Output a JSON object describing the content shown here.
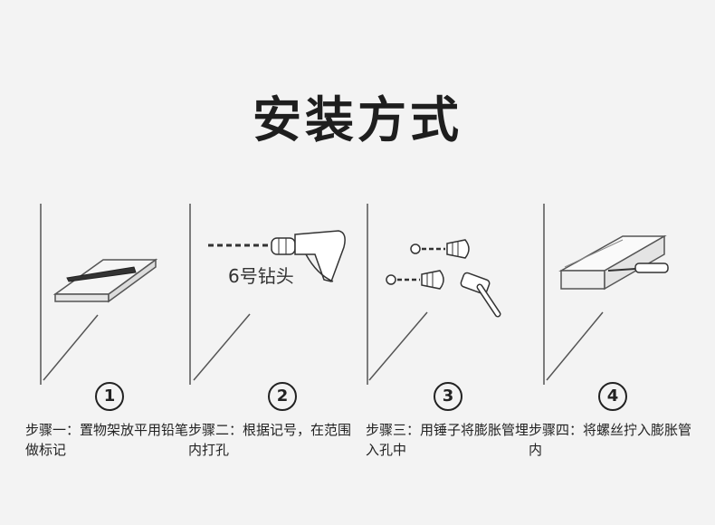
{
  "title": "安装方式",
  "steps": [
    {
      "number": "1",
      "text": "步骤一：置物架放平用铅笔做标记"
    },
    {
      "number": "2",
      "text": "步骤二：根据记号，在范围内打孔",
      "illustration_label": "6号钻头"
    },
    {
      "number": "3",
      "text": "步骤三：用锤子将膨胀管埋入孔中"
    },
    {
      "number": "4",
      "text": "步骤四：将螺丝拧入膨胀管内"
    }
  ]
}
